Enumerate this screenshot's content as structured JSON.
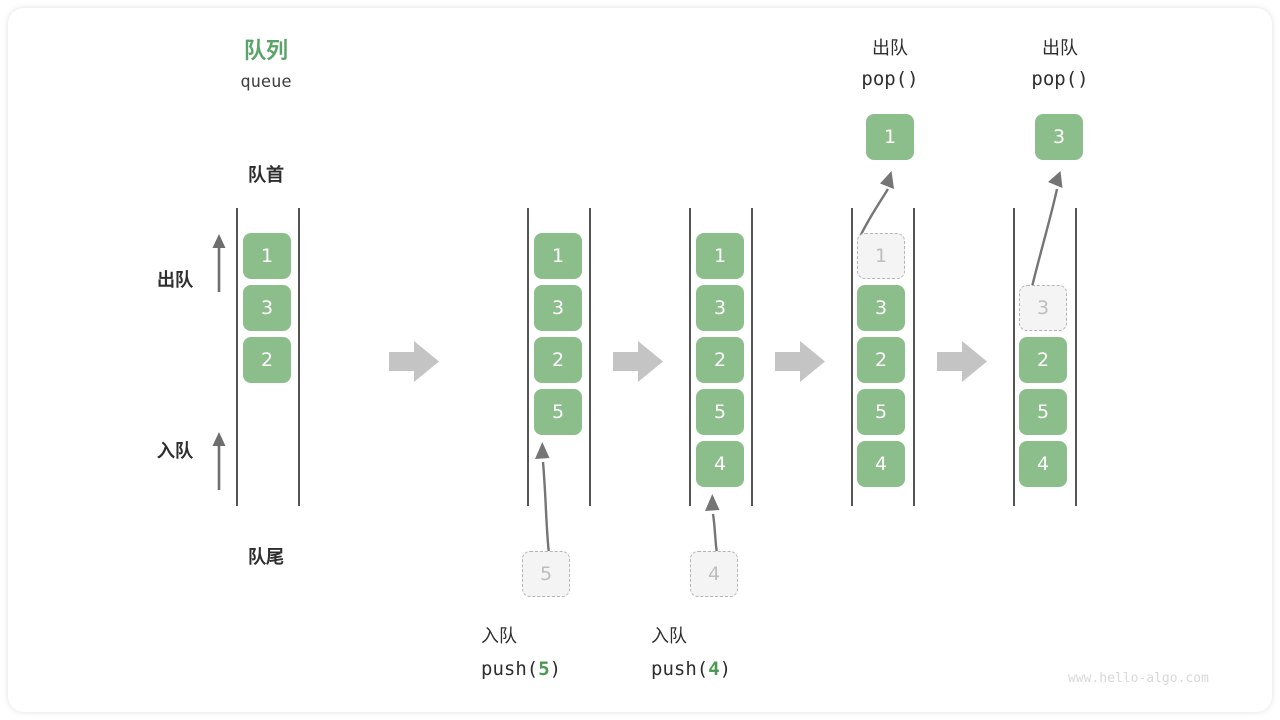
{
  "diagram": {
    "title_cn": "队列",
    "title_en": "queue",
    "front_label": "队首",
    "rear_label": "队尾",
    "dequeue_label": "出队",
    "enqueue_label": "入队",
    "watermark": "www.hello-algo.com",
    "accent_green": "#5AA469",
    "cell_green": "#8BBE8A",
    "ghost_gray": "#BDBDBD",
    "arrow_gray": "#C4C4C4"
  },
  "steps": [
    {
      "id": "initial",
      "cells": [
        {
          "value": "1",
          "state": "filled"
        },
        {
          "value": "3",
          "state": "filled"
        },
        {
          "value": "2",
          "state": "filled"
        }
      ]
    },
    {
      "id": "after-push-5",
      "op_cn": "入队",
      "op_code_pre": "push(",
      "op_code_arg": "5",
      "op_code_post": ")",
      "incoming": "5",
      "cells": [
        {
          "value": "1",
          "state": "filled"
        },
        {
          "value": "3",
          "state": "filled"
        },
        {
          "value": "2",
          "state": "filled"
        },
        {
          "value": "5",
          "state": "filled"
        }
      ]
    },
    {
      "id": "after-push-4",
      "op_cn": "入队",
      "op_code_pre": "push(",
      "op_code_arg": "4",
      "op_code_post": ")",
      "incoming": "4",
      "cells": [
        {
          "value": "1",
          "state": "filled"
        },
        {
          "value": "3",
          "state": "filled"
        },
        {
          "value": "2",
          "state": "filled"
        },
        {
          "value": "5",
          "state": "filled"
        },
        {
          "value": "4",
          "state": "filled"
        }
      ]
    },
    {
      "id": "after-pop-1",
      "op_cn": "出队",
      "op_code": "pop()",
      "popped": "1",
      "cells": [
        {
          "value": "1",
          "state": "ghost"
        },
        {
          "value": "3",
          "state": "filled"
        },
        {
          "value": "2",
          "state": "filled"
        },
        {
          "value": "5",
          "state": "filled"
        },
        {
          "value": "4",
          "state": "filled"
        }
      ]
    },
    {
      "id": "after-pop-3",
      "op_cn": "出队",
      "op_code": "pop()",
      "popped": "3",
      "cells": [
        {
          "value": "",
          "state": "empty"
        },
        {
          "value": "3",
          "state": "ghost"
        },
        {
          "value": "2",
          "state": "filled"
        },
        {
          "value": "5",
          "state": "filled"
        },
        {
          "value": "4",
          "state": "filled"
        }
      ]
    }
  ]
}
